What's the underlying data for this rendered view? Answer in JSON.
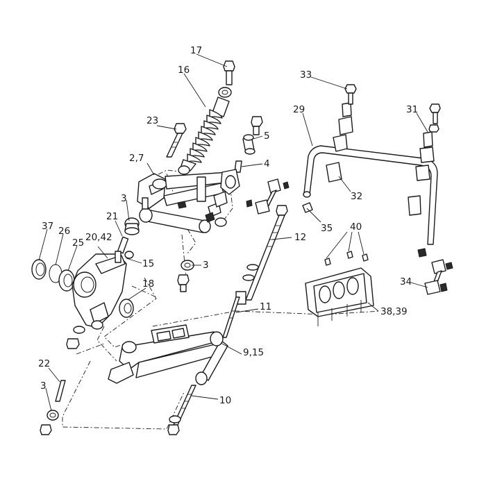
{
  "callouts": {
    "c17": "17",
    "c16": "16",
    "c23": "23",
    "c5": "5",
    "c27": "2,7",
    "c4": "4",
    "c33": "33",
    "c29": "29",
    "c31": "31",
    "c32": "32",
    "c35": "35",
    "c3a": "3",
    "c21": "21",
    "c37": "37",
    "c26": "26",
    "c25": "25",
    "c2042": "20,42",
    "c15": "15",
    "c18": "18",
    "c3b": "3",
    "c12": "12",
    "c40": "40",
    "c34": "34",
    "c11": "11",
    "c3839": "38,39",
    "c915": "9,15",
    "c22": "22",
    "c3c": "3",
    "c10": "10"
  },
  "colors": {
    "line": "#1a1a1a",
    "background": "#ffffff"
  }
}
